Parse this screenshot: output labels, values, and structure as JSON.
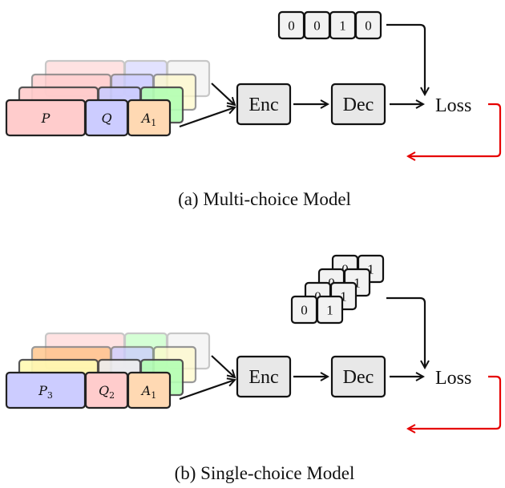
{
  "panels": [
    {
      "id": "a",
      "caption": "(a) Multi-choice Model",
      "label_vector": {
        "layout": "single-row",
        "values": [
          "0",
          "0",
          "1",
          "0"
        ]
      },
      "input_stack": [
        {
          "segments": [
            {
              "label": "",
              "sub": "",
              "color": "#ffcccc"
            },
            {
              "label": "",
              "sub": "",
              "color": "#ccccff"
            },
            {
              "label": "",
              "sub": "",
              "color": "#eeeeee"
            }
          ]
        },
        {
          "segments": [
            {
              "label": "",
              "sub": "",
              "color": "#ffcccc"
            },
            {
              "label": "",
              "sub": "",
              "color": "#ccccff"
            },
            {
              "label": "",
              "sub": "",
              "color": "#fffacc"
            }
          ]
        },
        {
          "segments": [
            {
              "label": "",
              "sub": "",
              "color": "#ffcccc"
            },
            {
              "label": "",
              "sub": "",
              "color": "#ccccff"
            },
            {
              "label": "",
              "sub": "",
              "color": "#b3ffb3"
            }
          ]
        },
        {
          "segments": [
            {
              "label": "P",
              "sub": "",
              "color": "#ffcccc"
            },
            {
              "label": "Q",
              "sub": "",
              "color": "#ccccff"
            },
            {
              "label": "A",
              "sub": "1",
              "color": "#ffd9b3"
            }
          ]
        }
      ],
      "encoder_label": "Enc",
      "decoder_label": "Dec",
      "loss_label": "Loss",
      "feedback_color": "#e60000"
    },
    {
      "id": "b",
      "caption": "(b) Single-choice Model",
      "label_vector": {
        "layout": "stacked-pairs",
        "values": [
          [
            "0",
            "1"
          ],
          [
            "0",
            "1"
          ],
          [
            "0",
            "1"
          ],
          [
            "0",
            "1"
          ]
        ]
      },
      "input_stack": [
        {
          "segments": [
            {
              "label": "",
              "sub": "",
              "color": "#ffcccc"
            },
            {
              "label": "",
              "sub": "",
              "color": "#b3ffb3"
            },
            {
              "label": "",
              "sub": "",
              "color": "#eeeeee"
            }
          ]
        },
        {
          "segments": [
            {
              "label": "",
              "sub": "",
              "color": "#ffbf80"
            },
            {
              "label": "",
              "sub": "",
              "color": "#ccccff"
            },
            {
              "label": "",
              "sub": "",
              "color": "#fffacc"
            }
          ]
        },
        {
          "segments": [
            {
              "label": "",
              "sub": "",
              "color": "#fffab3"
            },
            {
              "label": "",
              "sub": "",
              "color": "#eeeeee"
            },
            {
              "label": "",
              "sub": "",
              "color": "#b3ffb3"
            }
          ]
        },
        {
          "segments": [
            {
              "label": "P",
              "sub": "3",
              "color": "#ccccff"
            },
            {
              "label": "Q",
              "sub": "2",
              "color": "#ffcccc"
            },
            {
              "label": "A",
              "sub": "1",
              "color": "#ffd9b3"
            }
          ]
        }
      ],
      "encoder_label": "Enc",
      "decoder_label": "Dec",
      "loss_label": "Loss",
      "feedback_color": "#e60000"
    }
  ]
}
